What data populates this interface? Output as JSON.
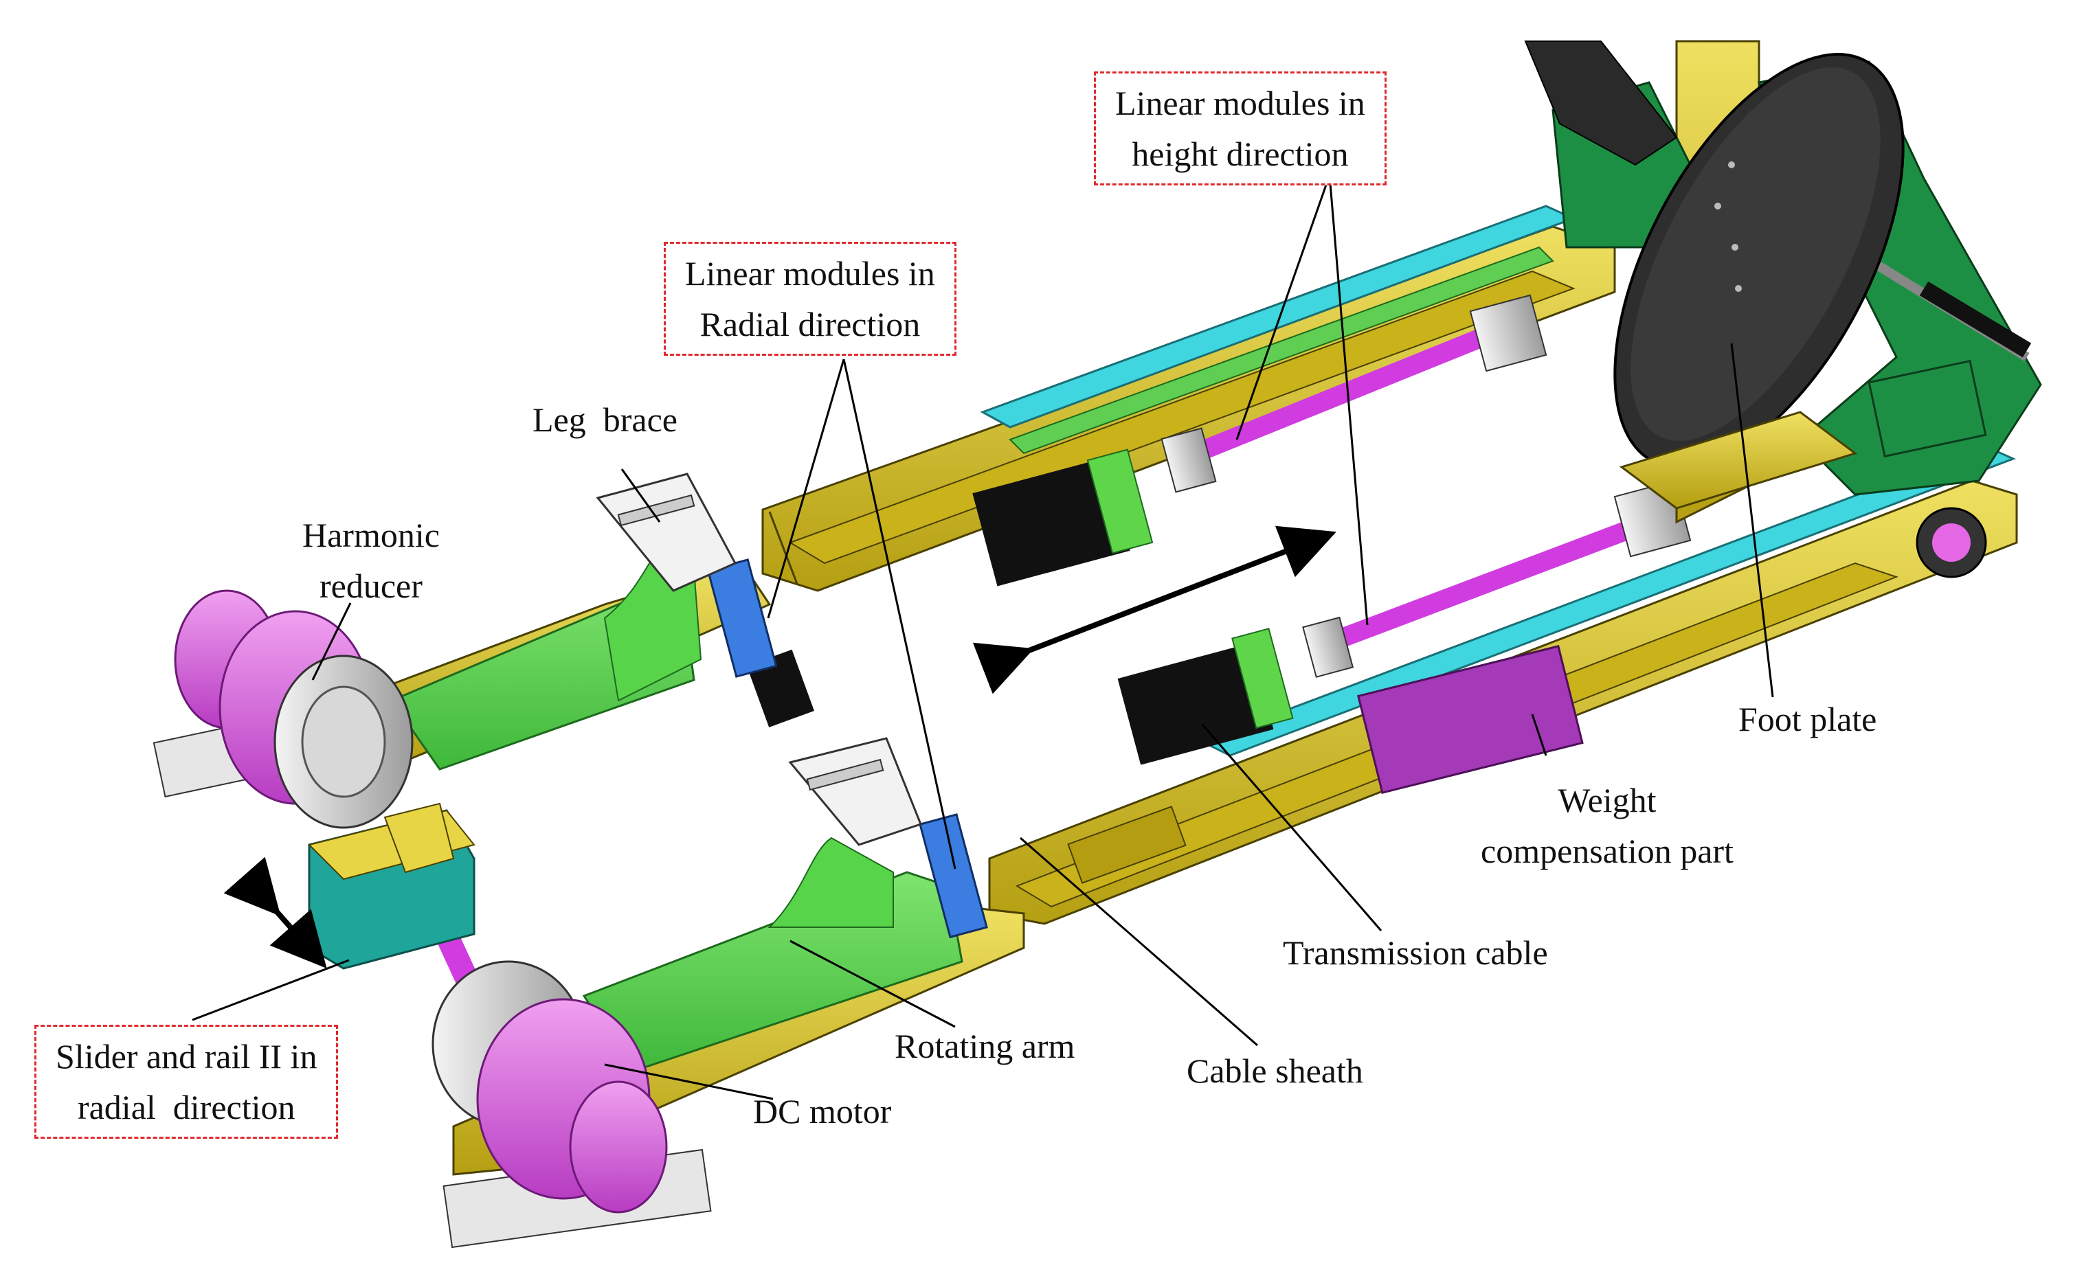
{
  "labels": {
    "linear_height": [
      "Linear modules in",
      "height direction"
    ],
    "linear_radial": [
      "Linear modules in",
      "Radial direction"
    ],
    "leg_brace": "Leg  brace",
    "harmonic_reducer": [
      "Harmonic",
      "reducer"
    ],
    "foot_plate": "Foot plate",
    "weight_comp": [
      "Weight",
      "compensation part"
    ],
    "transmission_cable": "Transmission cable",
    "rotating_arm": "Rotating arm",
    "cable_sheath": "Cable sheath",
    "dc_motor": "DC motor",
    "slider_rail": [
      "Slider and rail II in",
      "radial  direction"
    ]
  },
  "colors": {
    "frame_yellow": "#d9c320",
    "arm_green": "#55d94a",
    "rail_cyan": "#3fd6df",
    "rod_magenta": "#d03ce0",
    "motor_pink": "#e468e6",
    "slider_blue": "#3b7de0",
    "mount_teal": "#1fa59a",
    "dark_green": "#1d8f45",
    "motor_black": "#111111",
    "dashed_box_red": "#e0292c"
  }
}
